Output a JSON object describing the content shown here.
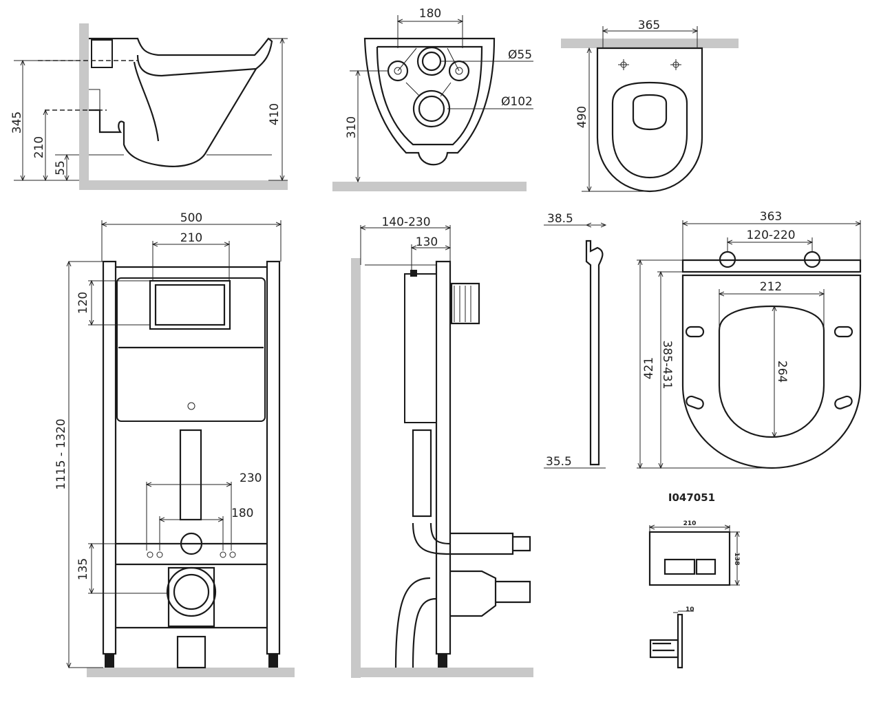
{
  "wall_toilet_side": {
    "dims": {
      "h345": "345",
      "h210": "210",
      "h55": "55",
      "h410": "410"
    }
  },
  "wall_toilet_back": {
    "dims": {
      "w180": "180",
      "d55": "Ø55",
      "d102": "Ø102",
      "h310": "310"
    }
  },
  "wall_toilet_top": {
    "dims": {
      "w365": "365",
      "h490": "490"
    }
  },
  "frame_front": {
    "dims": {
      "w500": "500",
      "w210": "210",
      "h120": "120",
      "h_total": "1115 - 1320",
      "w230": "230",
      "w180": "180",
      "h135": "135"
    }
  },
  "frame_side": {
    "dims": {
      "d140_230": "140-230",
      "d130": "130"
    }
  },
  "seat_side": {
    "dims": {
      "t38_5": "38.5",
      "t35_5": "35.5"
    }
  },
  "seat_top": {
    "dims": {
      "w363": "363",
      "w120_220": "120-220",
      "w212": "212",
      "h264": "264",
      "h421": "421",
      "h385_431": "385-431"
    }
  },
  "flush_button": {
    "code": "I047051",
    "dims": {
      "w210": "210",
      "h138": "138",
      "d10": "10"
    }
  }
}
